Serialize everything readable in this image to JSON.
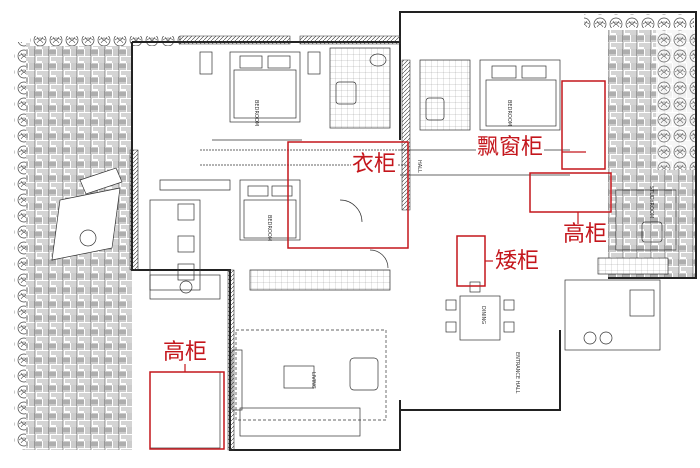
{
  "annotations": {
    "wardrobe": "衣柜",
    "bay_window_cabinet": "飘窗柜",
    "tall_cabinet_right": "高柜",
    "low_cabinet": "矮柜",
    "tall_cabinet_left": "高柜"
  },
  "room_tags": {
    "bedroom_1": "BEDROOM",
    "bedroom_2": "BEDROOM",
    "bedroom_3": "BEDROOM",
    "hall": "HALL",
    "study": "STUDYROOM",
    "living": "LIVING",
    "dining": "DINING",
    "entrance": "ENTRANCE HALL"
  },
  "colors": {
    "annotation": "#c4161c",
    "wall": "#222222",
    "hatch": "#555555"
  }
}
